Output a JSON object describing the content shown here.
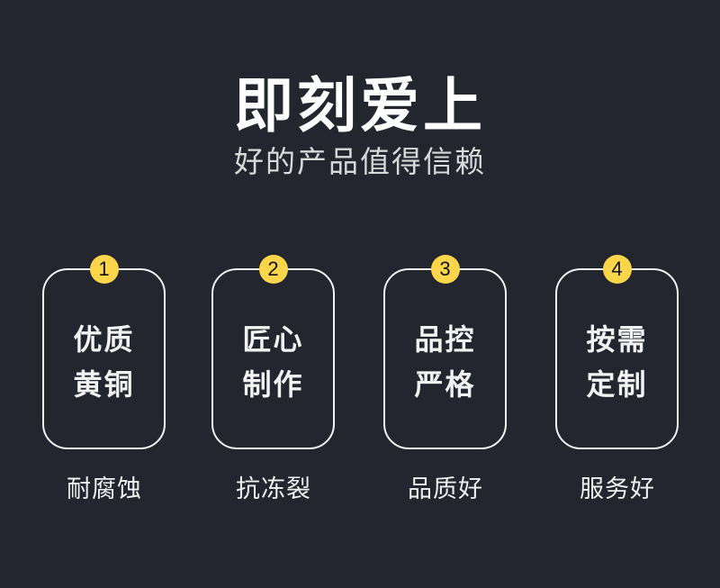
{
  "header": {
    "title": "即刻爱上",
    "subtitle": "好的产品值得信赖"
  },
  "colors": {
    "background": "#23262f",
    "badge": "#fbd54a",
    "border": "#f2f2f2"
  },
  "features": [
    {
      "number": "1",
      "line1": "优质",
      "line2": "黄铜",
      "caption": "耐腐蚀"
    },
    {
      "number": "2",
      "line1": "匠心",
      "line2": "制作",
      "caption": "抗冻裂"
    },
    {
      "number": "3",
      "line1": "品控",
      "line2": "严格",
      "caption": "品质好"
    },
    {
      "number": "4",
      "line1": "按需",
      "line2": "定制",
      "caption": "服务好"
    }
  ]
}
